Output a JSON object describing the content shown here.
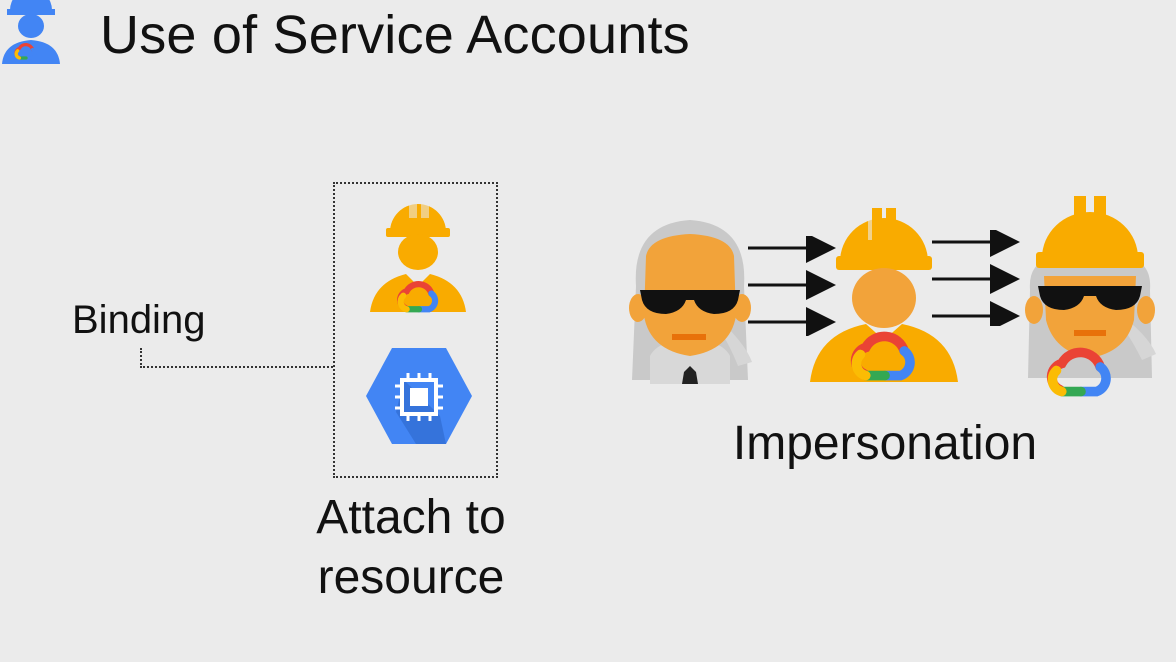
{
  "slide": {
    "title": "Use of Service Accounts",
    "binding_label": "Binding",
    "attach_label_line1": "Attach to",
    "attach_label_line2": "resource",
    "impersonation_label": "Impersonation"
  },
  "icons": {
    "title": "service-account-icon",
    "worker": "service-account-icon",
    "compute": "compute-engine-icon",
    "user": "user-sunglasses-icon",
    "impersonated": "impersonated-account-icon",
    "arrow": "arrow-right-icon"
  },
  "colors": {
    "background": "#ebebeb",
    "helmet": "#f9ab00",
    "skin": "#f2a33a",
    "gcp_blue": "#4285f4",
    "gcp_red": "#ea4335",
    "gcp_yellow": "#fbbc04",
    "gcp_green": "#34a853",
    "hair": "#c9c9c9",
    "text": "#111111"
  }
}
